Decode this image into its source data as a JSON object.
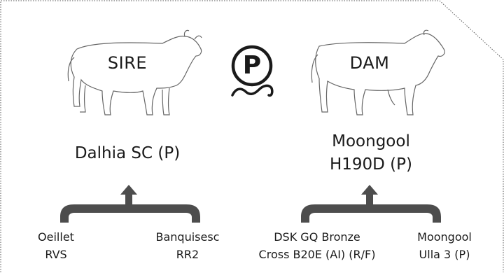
{
  "sire": {
    "label": "SIRE",
    "name": "Dalhia SC (P)",
    "grandsire": [
      "Oeillet",
      "RVS"
    ],
    "granddam": [
      "Banquisesc",
      "RR2"
    ]
  },
  "dam": {
    "label": "DAM",
    "name": [
      "Moongool",
      "H190D (P)"
    ],
    "grandsire": [
      "DSK GQ Bronze",
      "Cross B20E (AI) (R/F)"
    ],
    "granddam": [
      "Moongool",
      "Ulla 3 (P)"
    ]
  },
  "poll_symbol": {
    "letter": "P",
    "icon": "poll-marker-icon"
  },
  "colors": {
    "line": "#1a1a1a",
    "bracket": "#4d4d4d",
    "outline": "#555555"
  }
}
